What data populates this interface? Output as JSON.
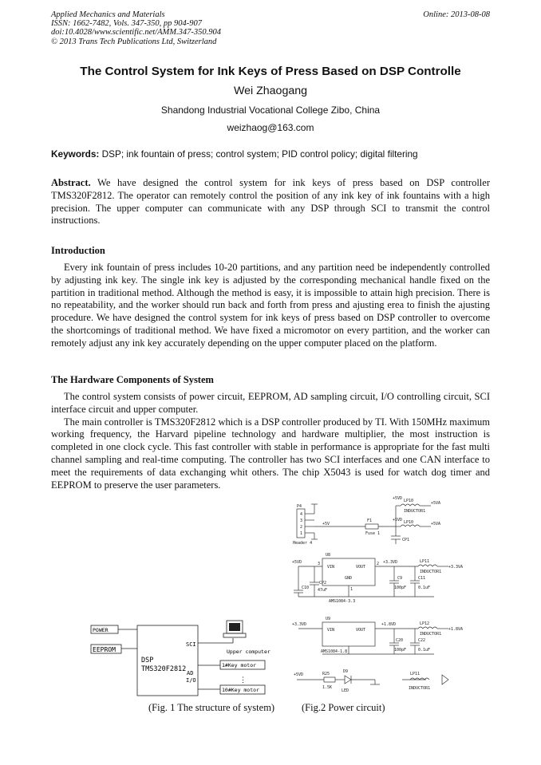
{
  "header": {
    "journal": "Applied Mechanics and Materials",
    "issn": "ISSN: 1662-7482, Vols. 347-350, pp 904-907",
    "doi": "doi:10.4028/www.scientific.net/AMM.347-350.904",
    "copyright": "© 2013 Trans Tech Publications Ltd, Switzerland",
    "online": "Online: 2013-08-08"
  },
  "paper": {
    "title": "The Control System for Ink Keys of Press Based on DSP Controlle",
    "author": "Wei Zhaogang",
    "affiliation": "Shandong Industrial Vocational College Zibo, China",
    "email": "weizhaog@163.com",
    "keywords_label": "Keywords:",
    "keywords": "DSP; ink fountain of press; control system; PID control policy; digital filtering",
    "abstract_label": "Abstract.",
    "abstract": "We have designed the control system for ink keys of press based on DSP controller TMS320F2812. The operator can remotely control the position of any ink key of ink fountains with a high precision. The upper computer can communicate with any DSP through SCI to transmit the control instructions."
  },
  "sections": {
    "intro_heading": "Introduction",
    "intro_p1": "Every ink fountain of press includes 10-20 partitions, and any partition need be independently controlled by adjusting ink key. The single ink key is adjusted by the corresponding mechanical handle fixed on the partition in traditional method. Although the method is easy, it is impossible to attain high precision. There is no repeatability, and the worker should run back and forth from press and ajusting erea to finish the ajusting procedure. We have designed the control system for ink keys of press based on DSP controller to overcome the shortcomings of traditional method. We have fixed a micromotor on every partition, and the worker can remotely adjust any ink key accurately depending on the upper computer placed on the platform.",
    "hw_heading": "The Hardware Components of System",
    "hw_p1": "The control system consists of power circuit, EEPROM, AD sampling circuit, I/O controlling circuit, SCI interface circuit and upper computer.",
    "hw_p2": "The main controller is TMS320F2812 which is a DSP controller produced by TI. With 150MHz maximum working frequency, the Harvard pipeline technology and hardware multiplier, the most instruction is completed in one clock cycle. This fast controller with stable in performance is appropriate for the fast multi channel sampling and real-time computing. The controller has two SCI interfaces and one CAN interface to meet the requirements of data exchanging whit others. The chip X5043 is used for watch dog timer and EEPROM to preserve the user parameters."
  },
  "fig1": {
    "power": "POWER",
    "eeprom": "EEPROM",
    "dsp_line1": "DSP",
    "dsp_line2": "TMS320F2812",
    "sci": "SCI",
    "ad": "AD",
    "io": "I/O",
    "upper_computer": "Upper computer",
    "key_motor_1": "1#Key motor",
    "key_motor_10": "10#Key motor",
    "dots": "⋮",
    "caption": "(Fig. 1 The structure of system)"
  },
  "fig2": {
    "caption": "(Fig.2 Power circuit)",
    "p4": "P4",
    "header4": "Header 4",
    "pin4": "4",
    "pin3": "3",
    "pin2": "2",
    "pin1": "1",
    "v5": "+5V",
    "f1": "F1",
    "fuse1": "Fuse 1",
    "p5vd_a": "+5VD",
    "p5vd_b": "+5VD",
    "lp10": "LP10",
    "lp10b": "LP10",
    "inductor": "INDUCTOR1",
    "p5va_a": "+5VA",
    "p5va_b": "+5VA",
    "cp1": "CP1",
    "u8": "U8",
    "vin": "VIN",
    "vout": "VOUT",
    "gnd": "GND",
    "pin_3": "3",
    "pin_2": "2",
    "pin_1": "1",
    "p5vd_c": "+5VD",
    "p33vd": "+3.3VD",
    "lp11": "LP11",
    "p33va": "+3.3VA",
    "c10": "C10",
    "cp2": "CP2",
    "cp2v": "47uF",
    "c9": "C9",
    "c9v": "100pF",
    "c11": "C11",
    "c11v": "0.1uF",
    "ams33": "AMS1084-3.3",
    "u9": "U9",
    "p33vd_b": "+3.3VD",
    "p18vd": "+1.8VD",
    "lp12": "LP12",
    "p18va": "+1.8VA",
    "c20": "C20",
    "c20v": "100pF",
    "c22": "C22",
    "c22v": "0.1uF",
    "ams18": "AMS1084-1.8",
    "p5vd_d": "+5VD",
    "r25": "R25",
    "r25v": "1.5K",
    "d9": "D9",
    "led": "LED",
    "lp11b": "LP11",
    "inductor_b": "INDUCTOR1"
  }
}
